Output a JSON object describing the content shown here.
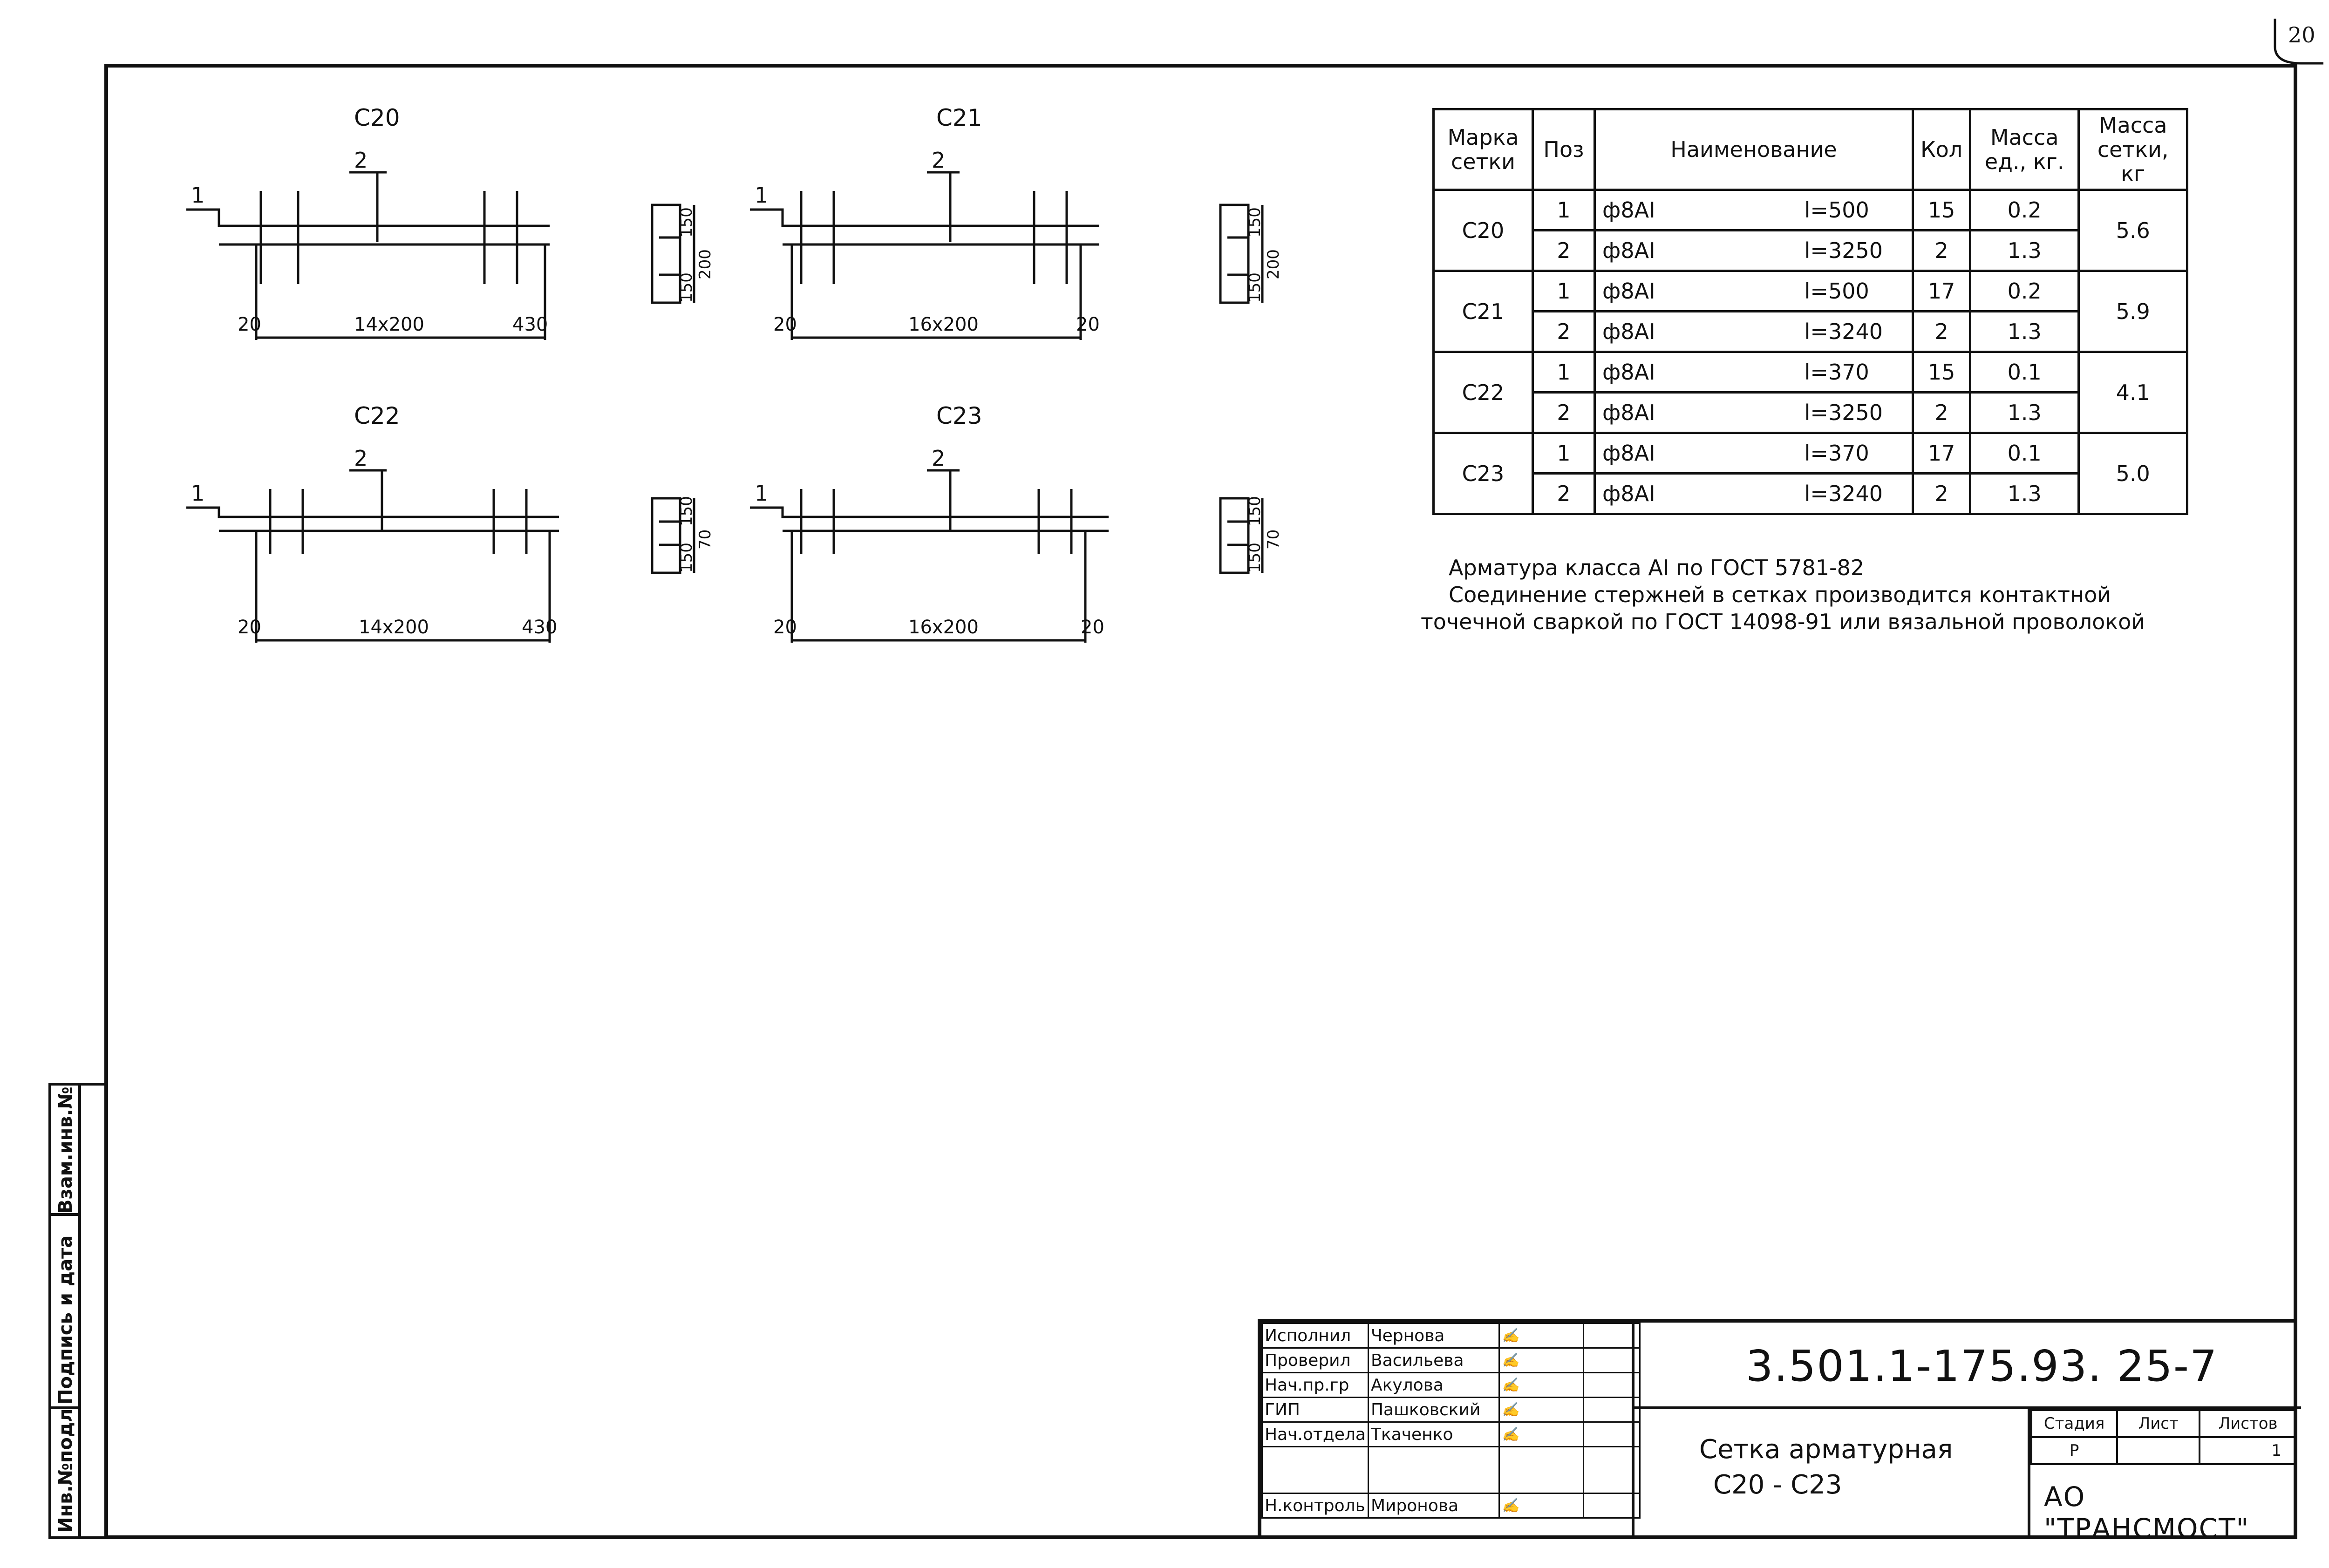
{
  "sheet_corner": "20",
  "marks": [
    {
      "name": "С20",
      "pos1": "1",
      "pos2": "2",
      "start": "20",
      "spacing": "14x200",
      "end": "430",
      "sec_top": "150",
      "sec_bot": "150",
      "sec_total": "200"
    },
    {
      "name": "С21",
      "pos1": "1",
      "pos2": "2",
      "start": "20",
      "spacing": "16x200",
      "end": "20",
      "sec_top": "150",
      "sec_bot": "150",
      "sec_total": "200"
    },
    {
      "name": "С22",
      "pos1": "1",
      "pos2": "2",
      "start": "20",
      "spacing": "14x200",
      "end": "430",
      "sec_top": "150",
      "sec_bot": "150",
      "sec_total": "70"
    },
    {
      "name": "С23",
      "pos1": "1",
      "pos2": "2",
      "start": "20",
      "spacing": "16x200",
      "end": "20",
      "sec_top": "150",
      "sec_bot": "150",
      "sec_total": "70"
    }
  ],
  "spec_table": {
    "headers": [
      "Марка сетки",
      "Поз",
      "Наименование",
      "Кол",
      "Масса ед., кг.",
      "Масса сетки, кг"
    ],
    "groups": [
      {
        "mark": "С20",
        "mass": "5.6",
        "rows": [
          {
            "pos": "1",
            "name": "ф8AI",
            "len": "l=500",
            "qty": "15",
            "unit": "0.2"
          },
          {
            "pos": "2",
            "name": "ф8AI",
            "len": "l=3250",
            "qty": "2",
            "unit": "1.3"
          }
        ]
      },
      {
        "mark": "С21",
        "mass": "5.9",
        "rows": [
          {
            "pos": "1",
            "name": "ф8AI",
            "len": "l=500",
            "qty": "17",
            "unit": "0.2"
          },
          {
            "pos": "2",
            "name": "ф8AI",
            "len": "l=3240",
            "qty": "2",
            "unit": "1.3"
          }
        ]
      },
      {
        "mark": "С22",
        "mass": "4.1",
        "rows": [
          {
            "pos": "1",
            "name": "ф8AI",
            "len": "l=370",
            "qty": "15",
            "unit": "0.1"
          },
          {
            "pos": "2",
            "name": "ф8AI",
            "len": "l=3250",
            "qty": "2",
            "unit": "1.3"
          }
        ]
      },
      {
        "mark": "С23",
        "mass": "5.0",
        "rows": [
          {
            "pos": "1",
            "name": "ф8AI",
            "len": "l=370",
            "qty": "17",
            "unit": "0.1"
          },
          {
            "pos": "2",
            "name": "ф8AI",
            "len": "l=3240",
            "qty": "2",
            "unit": "1.3"
          }
        ]
      }
    ]
  },
  "notes": [
    "Арматура класса AI по ГОСТ 5781-82",
    "Соединение стержней в сетках производится контактной",
    "точечной сваркой по ГОСТ 14098-91 или вязальной проволокой"
  ],
  "left_strip": [
    "Инв.№подл",
    "Подпись и дата",
    "Взам.инв.№"
  ],
  "title_block": {
    "signatures": [
      {
        "role": "Исполнил",
        "name": "Чернова"
      },
      {
        "role": "Проверил",
        "name": "Васильева"
      },
      {
        "role": "Нач.пр.гр",
        "name": "Акулова"
      },
      {
        "role": "ГИП",
        "name": "Пашковский"
      },
      {
        "role": "Нач.отдела",
        "name": "Ткаченко"
      },
      {
        "role": "",
        "name": ""
      },
      {
        "role": "Н.контроль",
        "name": "Миронова"
      }
    ],
    "code": "3.501.1-175.93. 25-7",
    "title_line1": "Сетка арматурная",
    "title_line2": "С20  -  С23",
    "stage_label": "Стадия",
    "sheet_label": "Лист",
    "sheets_label": "Листов",
    "stage": "Р",
    "sheet": "",
    "sheets": "1",
    "org": "АО \"ТРАНСМОСТ\""
  }
}
